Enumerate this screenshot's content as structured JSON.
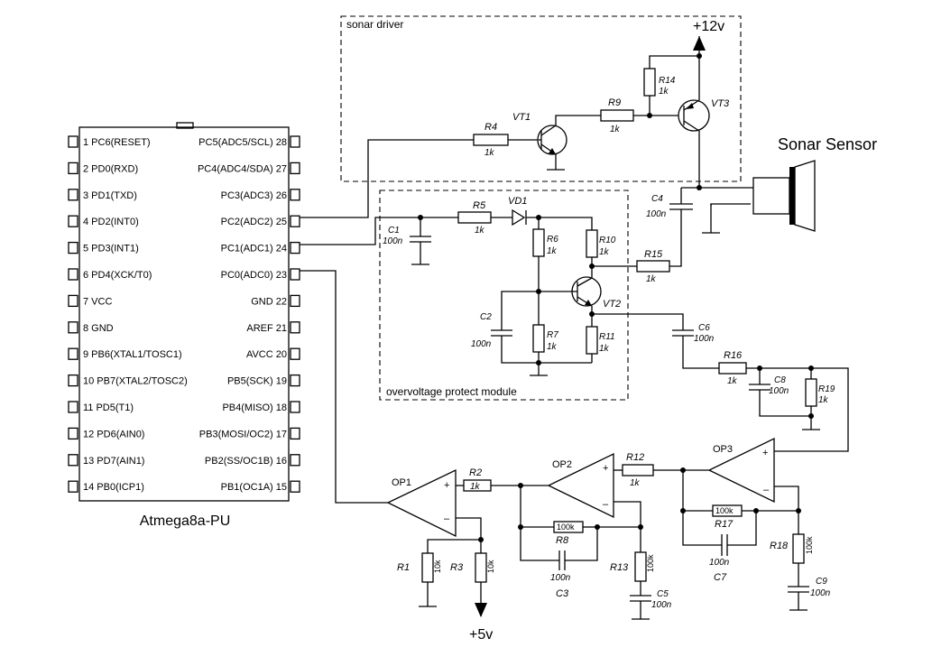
{
  "chip": {
    "name": "Atmega8a-PU",
    "left_pins": [
      "1 PC6(RESET)",
      "2 PD0(RXD)",
      "3 PD1(TXD)",
      "4 PD2(INT0)",
      "5 PD3(INT1)",
      "6 PD4(XCK/T0)",
      "7 VCC",
      "8 GND",
      "9 PB6(XTAL1/TOSC1)",
      "10 PB7(XTAL2/TOSC2)",
      "11 PD5(T1)",
      "12 PD6(AIN0)",
      "13 PD7(AIN1)",
      "14 PB0(ICP1)"
    ],
    "right_pins": [
      "PC5(ADC5/SCL) 28",
      "PC4(ADC4/SDA) 27",
      "PC3(ADC3) 26",
      "PC2(ADC2) 25",
      "PC1(ADC1) 24",
      "PC0(ADC0) 23",
      "GND 22",
      "AREF 21",
      "AVCC 20",
      "PB5(SCK) 19",
      "PB4(MISO) 18",
      "PB3(MOSI/OC2) 17",
      "PB2(SS/OC1B) 16",
      "PB1(OC1A) 15"
    ]
  },
  "modules": {
    "sonar_driver": "sonar driver",
    "overvoltage": "overvoltage protect module"
  },
  "sensor": "Sonar Sensor",
  "power": {
    "v12": "+12v",
    "v5": "+5v"
  },
  "labels": {
    "R4": "R4",
    "R4v": "1k",
    "VT1": "VT1",
    "R9": "R9",
    "R9v": "1k",
    "R14": "R14",
    "R14v": "1k",
    "VT3": "VT3",
    "C4": "C4",
    "C4v": "100n",
    "R5": "R5",
    "R5v": "1k",
    "VD1": "VD1",
    "C1": "C1",
    "C1v": "100n",
    "R6": "R6",
    "R6v": "1k",
    "R10": "R10",
    "R10v": "1k",
    "R15": "R15",
    "R15v": "1k",
    "VT2": "VT2",
    "C2": "C2",
    "C2v": "100n",
    "R7": "R7",
    "R7v": "1k",
    "R11": "R11",
    "R11v": "1k",
    "C6": "C6",
    "C6v": "100n",
    "R16": "R16",
    "R16v": "1k",
    "C8": "C8",
    "C8v": "100n",
    "R19": "R19",
    "R19v": "1k",
    "OP1": "OP1",
    "OP2": "OP2",
    "OP3": "OP3",
    "R2": "R2",
    "R2v": "1k",
    "R12": "R12",
    "R12v": "1k",
    "R1": "R1",
    "R1v": "10k",
    "R3": "R3",
    "R3v": "10k",
    "R8": "R8",
    "R8v": "100k",
    "C3": "C3",
    "C3v": "100n",
    "R13": "R13",
    "R13v": "100k",
    "C5": "C5",
    "C5v": "100n",
    "R17": "R17",
    "R17v": "100k",
    "C7": "C7",
    "C7v": "100n",
    "R18": "R18",
    "R18v": "100k",
    "C9": "C9",
    "C9v": "100n",
    "plus": "+",
    "minus": "–"
  }
}
